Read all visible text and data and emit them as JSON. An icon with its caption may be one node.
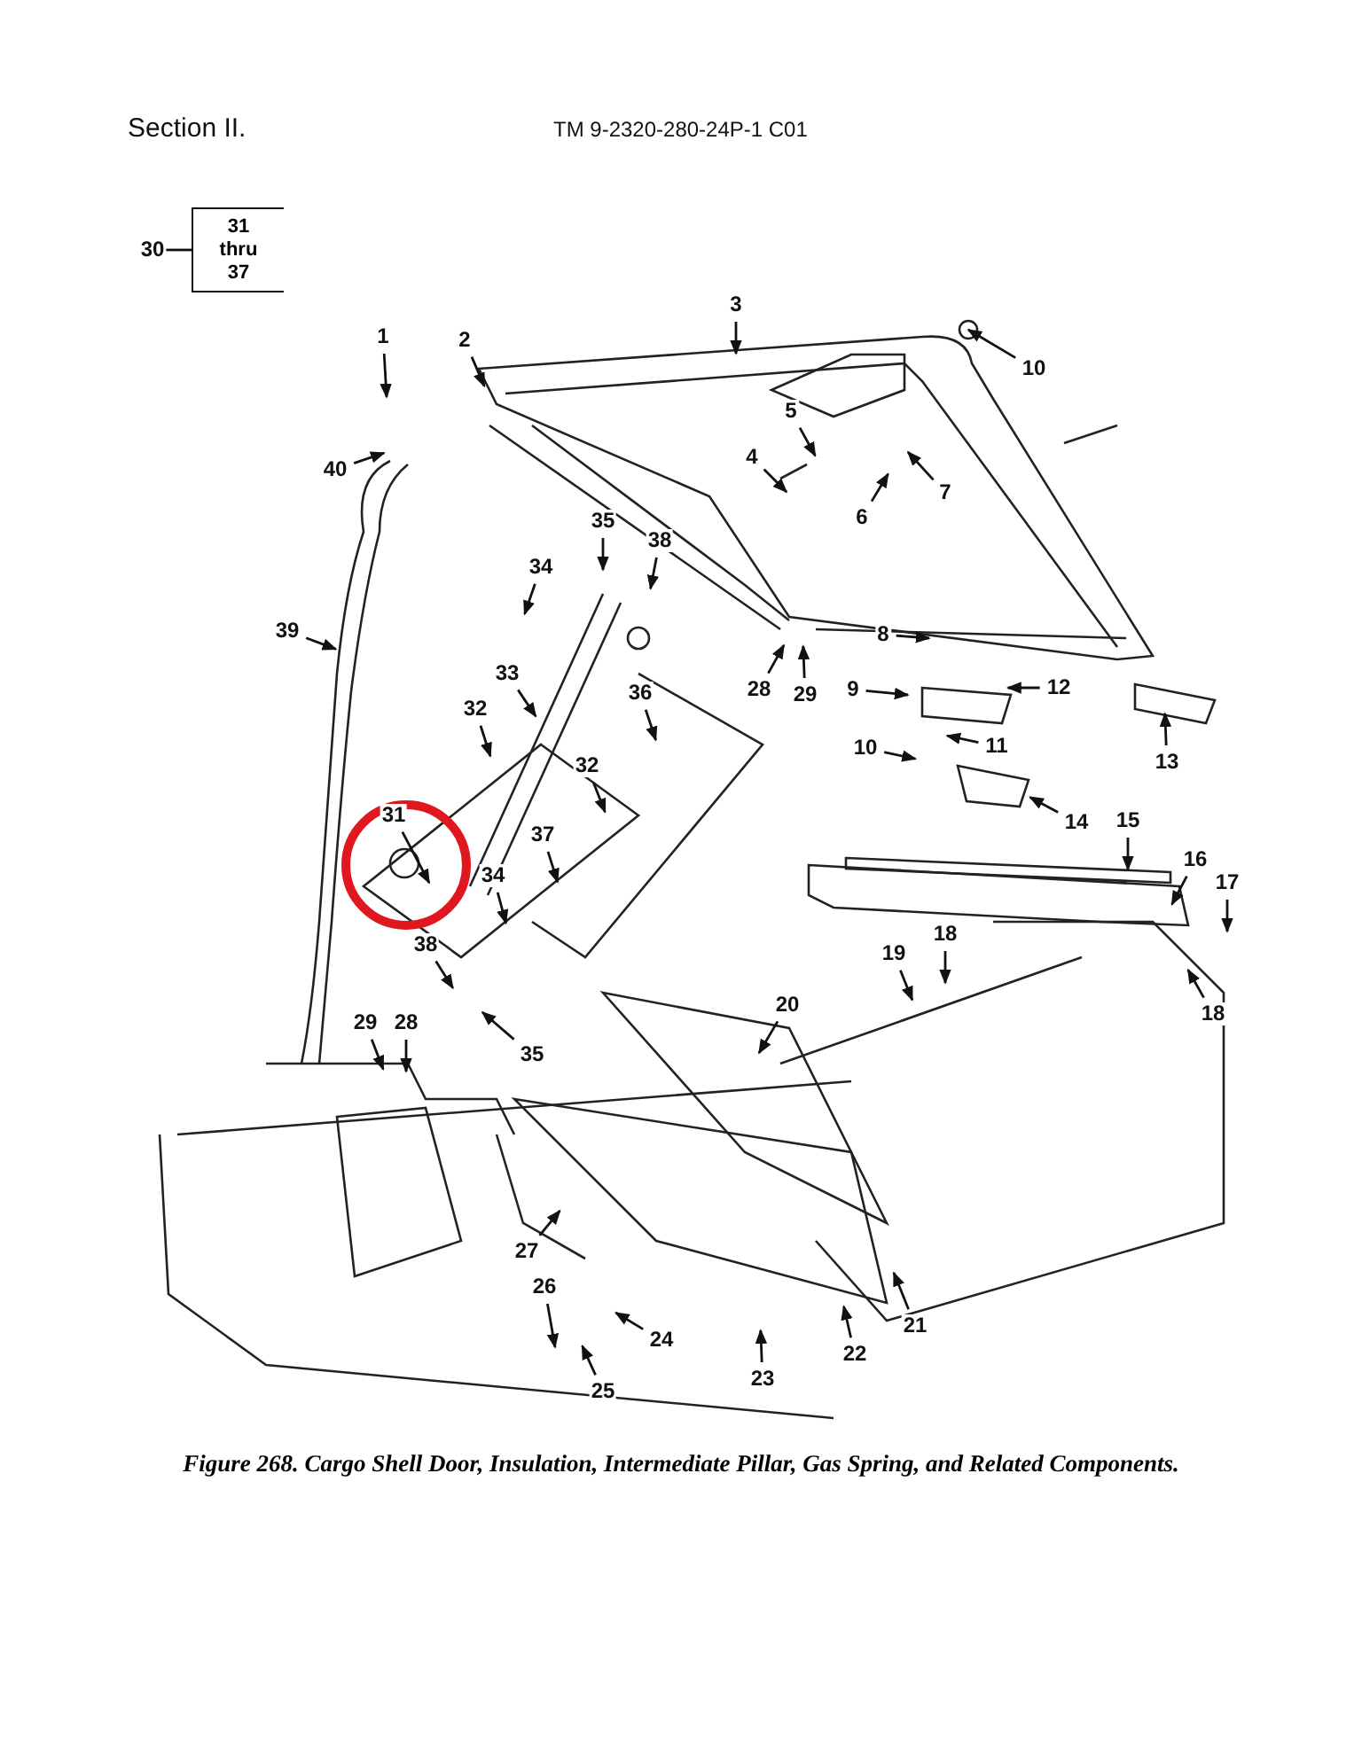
{
  "diagram": {
    "caption": "Figure 268. Cargo Shell Door, Insulation, Intermediate Pillar, Gas Spring, and Related Components.",
    "labels": [
      "Section II.",
      "TM 9-2320-280-24P-1 C01"
    ],
    "nodes": [
      {
        "text": [
          "30"
        ]
      },
      {
        "text": [
          "31 thru 37"
        ]
      },
      {
        "text": [
          "1"
        ]
      },
      {
        "text": [
          "2"
        ]
      },
      {
        "text": [
          "3"
        ]
      },
      {
        "text": [
          "10"
        ]
      },
      {
        "text": [
          "5"
        ]
      },
      {
        "text": [
          "4"
        ]
      },
      {
        "text": [
          "7"
        ]
      },
      {
        "text": [
          "6"
        ]
      },
      {
        "text": [
          "40"
        ]
      },
      {
        "text": [
          "35"
        ]
      },
      {
        "text": [
          "38"
        ]
      },
      {
        "text": [
          "34"
        ]
      },
      {
        "text": [
          "39"
        ]
      },
      {
        "text": [
          "33"
        ]
      },
      {
        "text": [
          "28"
        ]
      },
      {
        "text": [
          "29"
        ]
      },
      {
        "text": [
          "8"
        ]
      },
      {
        "text": [
          "9"
        ]
      },
      {
        "text": [
          "12"
        ]
      },
      {
        "text": [
          "10"
        ]
      },
      {
        "text": [
          "11"
        ]
      },
      {
        "text": [
          "13"
        ]
      },
      {
        "text": [
          "36"
        ]
      },
      {
        "text": [
          "32"
        ]
      },
      {
        "text": [
          "32"
        ]
      },
      {
        "text": [
          "31"
        ]
      },
      {
        "text": [
          "37"
        ]
      },
      {
        "text": [
          "34"
        ]
      },
      {
        "text": [
          "38"
        ]
      },
      {
        "text": [
          "14"
        ]
      },
      {
        "text": [
          "15"
        ]
      },
      {
        "text": [
          "16"
        ]
      },
      {
        "text": [
          "17"
        ]
      },
      {
        "text": [
          "19"
        ]
      },
      {
        "text": [
          "18"
        ]
      },
      {
        "text": [
          "18"
        ]
      },
      {
        "text": [
          "35"
        ]
      },
      {
        "text": [
          "20"
        ]
      },
      {
        "text": [
          "29"
        ]
      },
      {
        "text": [
          "28"
        ]
      },
      {
        "text": [
          "27"
        ]
      },
      {
        "text": [
          "21"
        ]
      },
      {
        "text": [
          "22"
        ]
      },
      {
        "text": [
          "26"
        ]
      },
      {
        "text": [
          "24"
        ]
      },
      {
        "text": [
          "25"
        ]
      },
      {
        "text": [
          "23"
        ]
      }
    ],
    "edges": [
      {
        "from": 0,
        "to": 1,
        "arrow": "none"
      },
      {
        "from": 2,
        "to": null,
        "arrow": "to"
      },
      {
        "from": 3,
        "to": null,
        "arrow": "to"
      },
      {
        "from": 4,
        "to": null,
        "arrow": "to"
      },
      {
        "from": 5,
        "to": null,
        "arrow": "to"
      },
      {
        "from": 6,
        "to": null,
        "arrow": "to"
      },
      {
        "from": 7,
        "to": null,
        "arrow": "to"
      },
      {
        "from": 8,
        "to": null,
        "arrow": "to"
      },
      {
        "from": 9,
        "to": null,
        "arrow": "to"
      },
      {
        "from": 10,
        "to": null,
        "arrow": "to"
      },
      {
        "from": 11,
        "to": null,
        "arrow": "to"
      },
      {
        "from": 12,
        "to": null,
        "arrow": "to"
      },
      {
        "from": 13,
        "to": null,
        "arrow": "to"
      },
      {
        "from": 14,
        "to": null,
        "arrow": "to"
      },
      {
        "from": 15,
        "to": null,
        "arrow": "to"
      },
      {
        "from": 16,
        "to": null,
        "arrow": "to"
      },
      {
        "from": 17,
        "to": null,
        "arrow": "to"
      },
      {
        "from": 18,
        "to": null,
        "arrow": "to"
      },
      {
        "from": 19,
        "to": null,
        "arrow": "to"
      },
      {
        "from": 20,
        "to": null,
        "arrow": "to"
      },
      {
        "from": 21,
        "to": null,
        "arrow": "to"
      },
      {
        "from": 22,
        "to": null,
        "arrow": "to"
      },
      {
        "from": 23,
        "to": null,
        "arrow": "to"
      },
      {
        "from": 24,
        "to": null,
        "arrow": "to"
      },
      {
        "from": 25,
        "to": null,
        "arrow": "to"
      },
      {
        "from": 26,
        "to": null,
        "arrow": "to"
      },
      {
        "from": 27,
        "to": null,
        "arrow": "to"
      },
      {
        "from": 28,
        "to": null,
        "arrow": "to"
      },
      {
        "from": 29,
        "to": null,
        "arrow": "to"
      },
      {
        "from": 30,
        "to": null,
        "arrow": "to"
      },
      {
        "from": 31,
        "to": null,
        "arrow": "to"
      },
      {
        "from": 32,
        "to": null,
        "arrow": "to"
      },
      {
        "from": 33,
        "to": null,
        "arrow": "to"
      },
      {
        "from": 34,
        "to": null,
        "arrow": "to"
      },
      {
        "from": 35,
        "to": null,
        "arrow": "to"
      },
      {
        "from": 36,
        "to": null,
        "arrow": "to"
      },
      {
        "from": 37,
        "to": null,
        "arrow": "to"
      },
      {
        "from": 38,
        "to": null,
        "arrow": "to"
      },
      {
        "from": 39,
        "to": null,
        "arrow": "to"
      },
      {
        "from": 40,
        "to": null,
        "arrow": "to"
      },
      {
        "from": 41,
        "to": null,
        "arrow": "to"
      },
      {
        "from": 42,
        "to": null,
        "arrow": "to"
      },
      {
        "from": 43,
        "to": null,
        "arrow": "to"
      },
      {
        "from": 44,
        "to": null,
        "arrow": "to"
      },
      {
        "from": 45,
        "to": null,
        "arrow": "to"
      },
      {
        "from": 46,
        "to": null,
        "arrow": "to"
      },
      {
        "from": 47,
        "to": null,
        "arrow": "to"
      },
      {
        "from": 48,
        "to": null,
        "arrow": "to"
      }
    ]
  }
}
